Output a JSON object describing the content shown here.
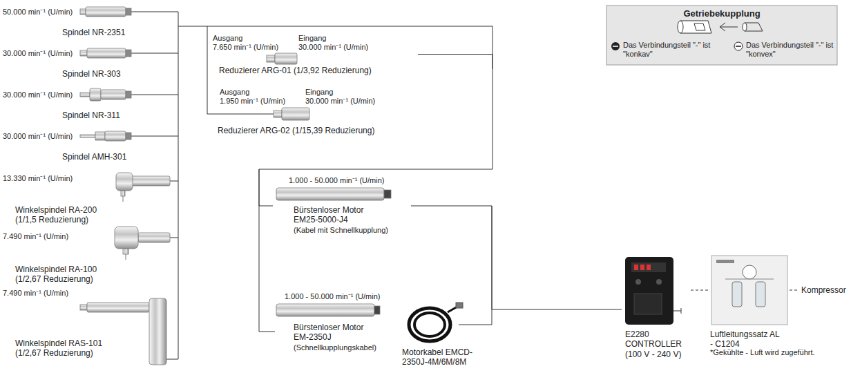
{
  "diagram": {
    "nodes": [
      {
        "text": [
          "50.000 min⁻¹ (U/min)",
          "Spindel NR-2351"
        ]
      },
      {
        "text": [
          "30.000 min⁻¹ (U/min)",
          "Spindel NR-303"
        ]
      },
      {
        "text": [
          "30.000 min⁻¹ (U/min)",
          "Spindel NR-311"
        ]
      },
      {
        "text": [
          "30.000 min⁻¹ (U/min)",
          "Spindel AMH-301"
        ]
      },
      {
        "text": [
          "13.330 min⁻¹ (U/min)",
          "Winkelspindel RA-200 (1/1,5 Reduzierung)"
        ]
      },
      {
        "text": [
          "7.490 min⁻¹ (U/min)",
          "Winkelspindel RA-100 (1/2,67 Reduzierung)"
        ]
      },
      {
        "text": [
          "7.490 min⁻¹ (U/min)",
          "Winkelspindel RAS-101 (1/2,67 Reduzierung)"
        ]
      },
      {
        "text": [
          "Ausgang",
          "7.650 min⁻¹ (U/min)",
          "Eingang",
          "30.000 min⁻¹ (U/min)",
          "Reduzierer ARG-01 (1/3,92 Reduzierung)"
        ]
      },
      {
        "text": [
          "Ausgang",
          "1.950 min⁻¹ (U/min)",
          "Eingang",
          "30.000 min⁻¹ (U/min)",
          "Reduzierer ARG-02 (1/15,39 Reduzierung)"
        ]
      },
      {
        "text": [
          "1.000 - 50.000 min⁻¹ (U/min)",
          "Bürstenloser Motor EM25-5000-J4",
          "(Kabel mit Schnellkupplung)"
        ]
      },
      {
        "text": [
          "1.000 - 50.000 min⁻¹ (U/min)",
          "Bürstenloser Motor EM-2350J",
          "(Schnellkupplungskabel)"
        ]
      },
      {
        "text": [
          "Motorkabel EMCD-2350J-4M/6M/8M"
        ]
      },
      {
        "text": [
          "E2280 CONTROLLER (100 V - 240 V)"
        ]
      },
      {
        "text": [
          "Luftleitungssatz AL - C1204",
          "*Gekühlte - Luft wird zugeführt."
        ]
      },
      {
        "text": [
          "Getriebekupplung",
          "Das Verbindungsteil \"-\" ist \"konkav\"",
          "Das Verbindungsteil \"-\" ist \"konvex\""
        ]
      }
    ],
    "edges": [
      {
        "from": 7,
        "to": 9,
        "arrow": "none"
      },
      {
        "from": 9,
        "to": 12,
        "arrow": "none"
      },
      {
        "from": 12,
        "to": 13,
        "arrow": "none"
      }
    ],
    "labels": [
      "Kompressor"
    ]
  }
}
